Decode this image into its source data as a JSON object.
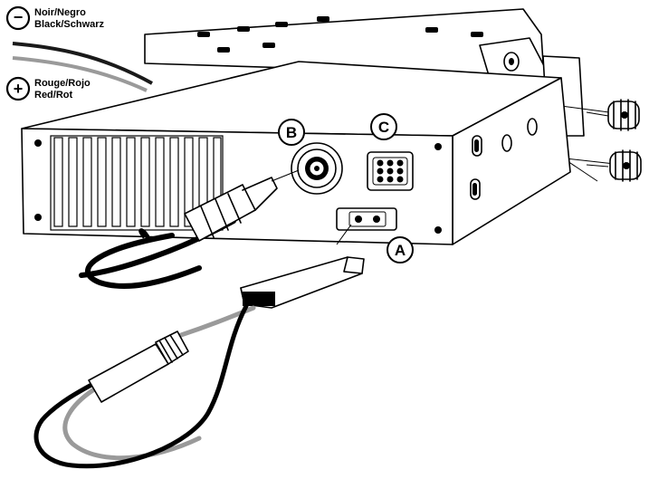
{
  "legend": {
    "negative": {
      "symbol": "−",
      "line1": "Noir/Negro",
      "line2": "Black/Schwarz",
      "wire_color": "#1a1a1a"
    },
    "positive": {
      "symbol": "+",
      "line1": "Rouge/Rojo",
      "line2": "Red/Rot",
      "wire_color": "#9a9a9a"
    }
  },
  "callouts": {
    "a": "A",
    "b": "B",
    "c": "C"
  },
  "colors": {
    "line": "#000000",
    "background": "#ffffff",
    "gray_wire": "#9a9a9a",
    "gray_fill": "#bdbdbd"
  }
}
